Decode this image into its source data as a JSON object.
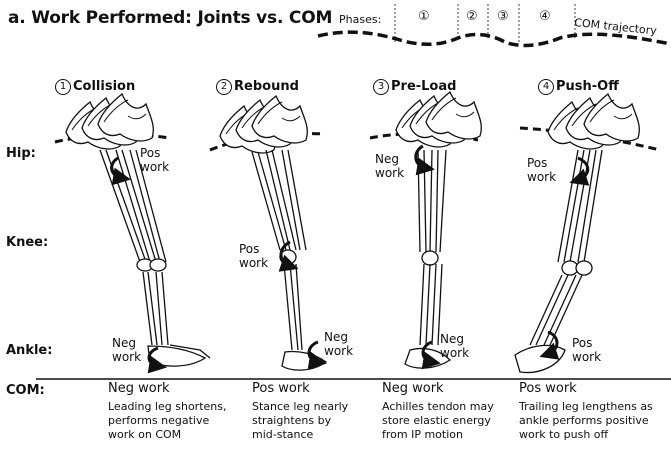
{
  "title": "a. Work Performed: Joints vs. COM",
  "header": {
    "phases_label": "Phases:",
    "phase_numbers": [
      "①",
      "②",
      "③",
      "④"
    ],
    "com_trajectory": "COM trajectory"
  },
  "rows": {
    "hip": "Hip:",
    "knee": "Knee:",
    "ankle": "Ankle:",
    "com": "COM:"
  },
  "phases": [
    {
      "number": "1",
      "name": "Collision",
      "joint_label": "Pos\nwork",
      "ankle_label": "Neg\nwork",
      "com_work": "Neg work",
      "description": "Leading leg shortens,\nperforms negative\nwork on COM"
    },
    {
      "number": "2",
      "name": "Rebound",
      "joint_label": "Pos\nwork",
      "ankle_label": "Neg\nwork",
      "com_work": "Pos work",
      "description": "Stance leg nearly\nstraightens by\nmid-stance"
    },
    {
      "number": "3",
      "name": "Pre-Load",
      "joint_label": "Neg\nwork",
      "ankle_label": "Neg\nwork",
      "com_work": "Neg work",
      "description": "Achilles tendon may\nstore elastic energy\nfrom IP motion"
    },
    {
      "number": "4",
      "name": "Push-Off",
      "joint_label": "Pos\nwork",
      "ankle_label": "Pos\nwork",
      "com_work": "Pos work",
      "description": "Trailing leg lengthens as\nankle performs positive\nwork to push off"
    }
  ]
}
